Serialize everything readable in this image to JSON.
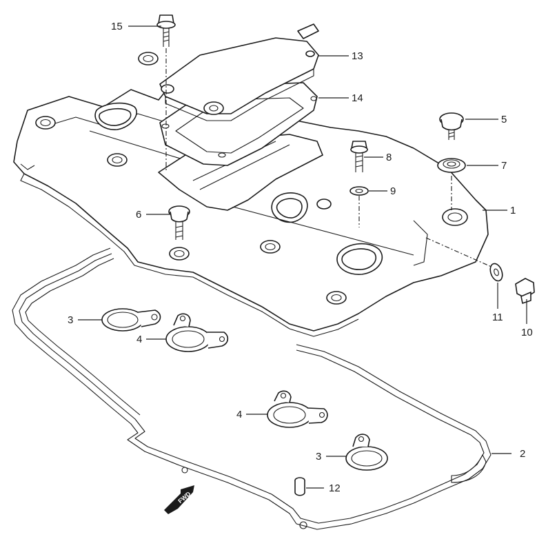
{
  "callouts": {
    "p1": "1",
    "p2": "2",
    "p3a": "3",
    "p3b": "3",
    "p4a": "4",
    "p4b": "4",
    "p5": "5",
    "p6": "6",
    "p7": "7",
    "p8": "8",
    "p9": "9",
    "p10": "10",
    "p11": "11",
    "p12": "12",
    "p13": "13",
    "p14": "14",
    "p15": "15"
  },
  "direction_mark": {
    "label": "FWD"
  }
}
